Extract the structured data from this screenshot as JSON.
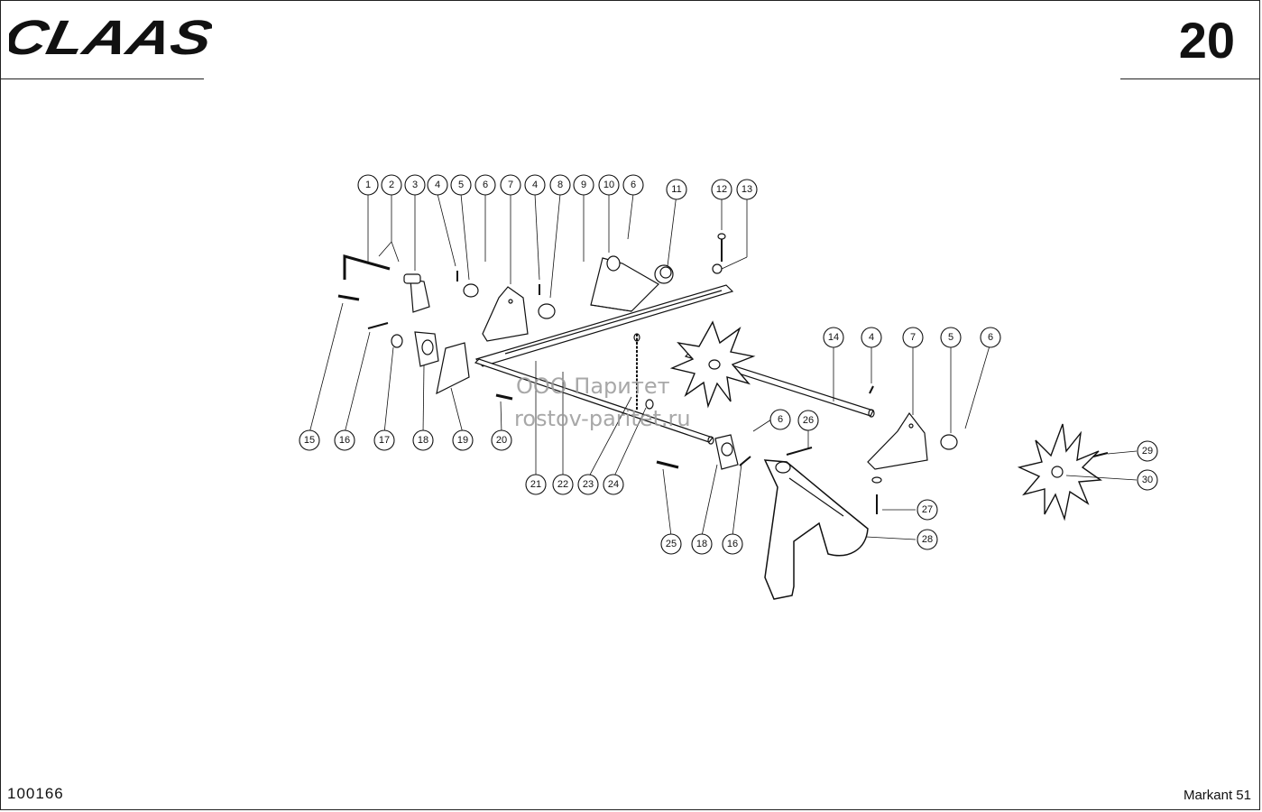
{
  "header": {
    "logo_text": "CLAAS",
    "page_number": "20"
  },
  "watermark": {
    "line1": "ООО Паритет",
    "line2": "rostov-paritet.ru"
  },
  "footer": {
    "document_number": "100166",
    "model": "Markant 51"
  },
  "callouts": [
    "1",
    "2",
    "3",
    "4",
    "5",
    "6",
    "7",
    "4",
    "8",
    "9",
    "10",
    "6",
    "11",
    "12",
    "13",
    "14",
    "4",
    "7",
    "5",
    "6",
    "15",
    "16",
    "17",
    "18",
    "19",
    "20",
    "21",
    "22",
    "23",
    "24",
    "6",
    "26",
    "29",
    "30",
    "27",
    "28",
    "25",
    "18",
    "16"
  ]
}
